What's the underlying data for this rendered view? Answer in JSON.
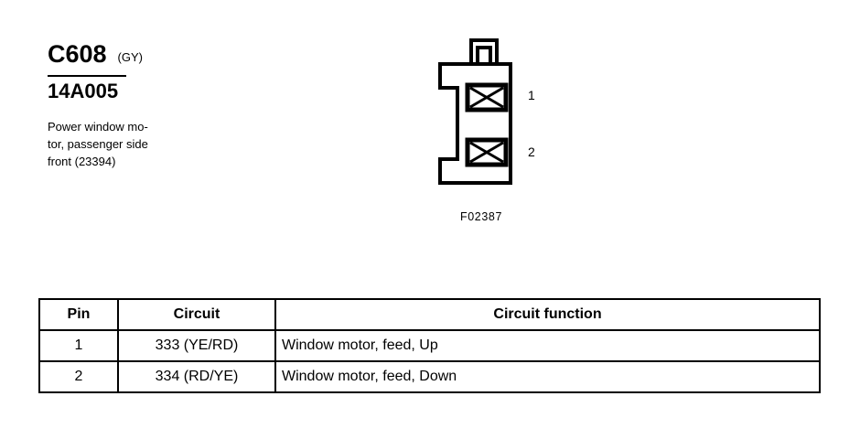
{
  "header": {
    "connector_id": "C608",
    "connector_color_code": "(GY)",
    "part_number": "14A005",
    "description_lines": [
      "Power window mo-",
      "tor, passenger side",
      "front (23394)"
    ]
  },
  "figure": {
    "caption": "F02387",
    "pin_labels": [
      "1",
      "2"
    ],
    "cavity_count": 2,
    "icon_names": [
      "connector-outline-icon",
      "pin-cavity-icon",
      "connector-latch-icon"
    ]
  },
  "table": {
    "headers": [
      "Pin",
      "Circuit",
      "Circuit function"
    ],
    "rows": [
      {
        "pin": "1",
        "circuit": "333 (YE/RD)",
        "function": "Window motor, feed, Up"
      },
      {
        "pin": "2",
        "circuit": "334 (RD/YE)",
        "function": "Window motor, feed, Down"
      }
    ]
  },
  "colors": {
    "ink": "#000000",
    "paper": "#ffffff"
  }
}
